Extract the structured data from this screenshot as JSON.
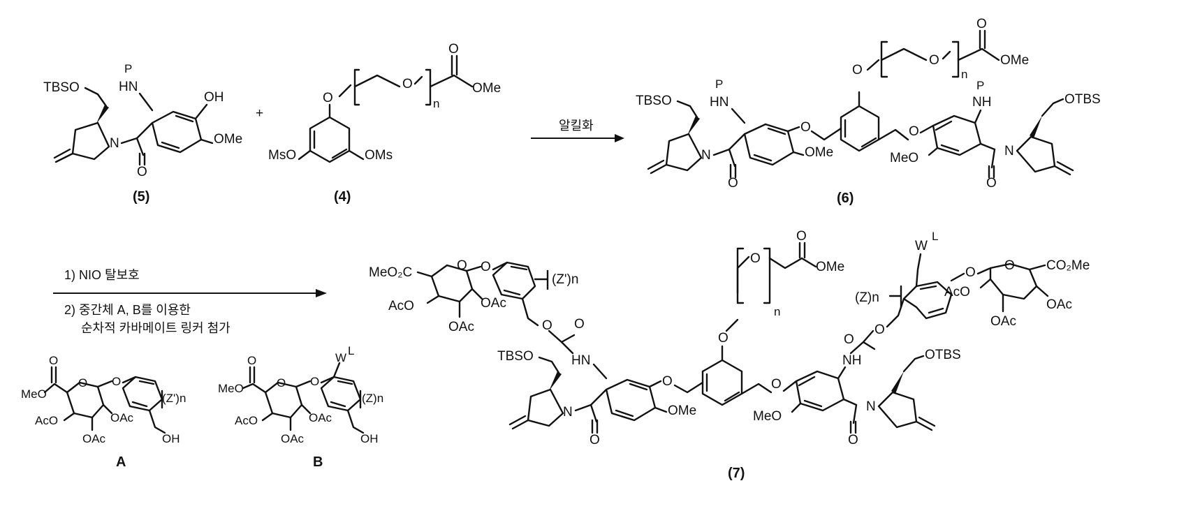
{
  "compounds": {
    "c5": "(5)",
    "c4": "(4)",
    "c6": "(6)",
    "c7": "(7)",
    "intA": "A",
    "intB": "B"
  },
  "step1": {
    "plus": "+",
    "reagent": "알킬화"
  },
  "step2": {
    "line1": "1) NIO 탈보호",
    "line2": "2) 중간체 A, B를 이용한",
    "line3": "순차적 카바메이트 링커 첨가"
  },
  "labels": {
    "TBSO": "TBSO",
    "OTBS": "OTBS",
    "P": "P",
    "HN": "HN",
    "NH": "NH",
    "N": "N",
    "O": "O",
    "OH": "OH",
    "OMe": "OMe",
    "MeO": "MeO",
    "MsO": "MsO",
    "OMs": "OMs",
    "n": "n",
    "OAc": "OAc",
    "AcO": "AcO",
    "MeO2C": "MeO₂C",
    "CO2Me": "CO₂Me",
    "Zprime_n": "(Z')n",
    "Z_n": "(Z)n",
    "WL": "W",
    "L": "L"
  }
}
